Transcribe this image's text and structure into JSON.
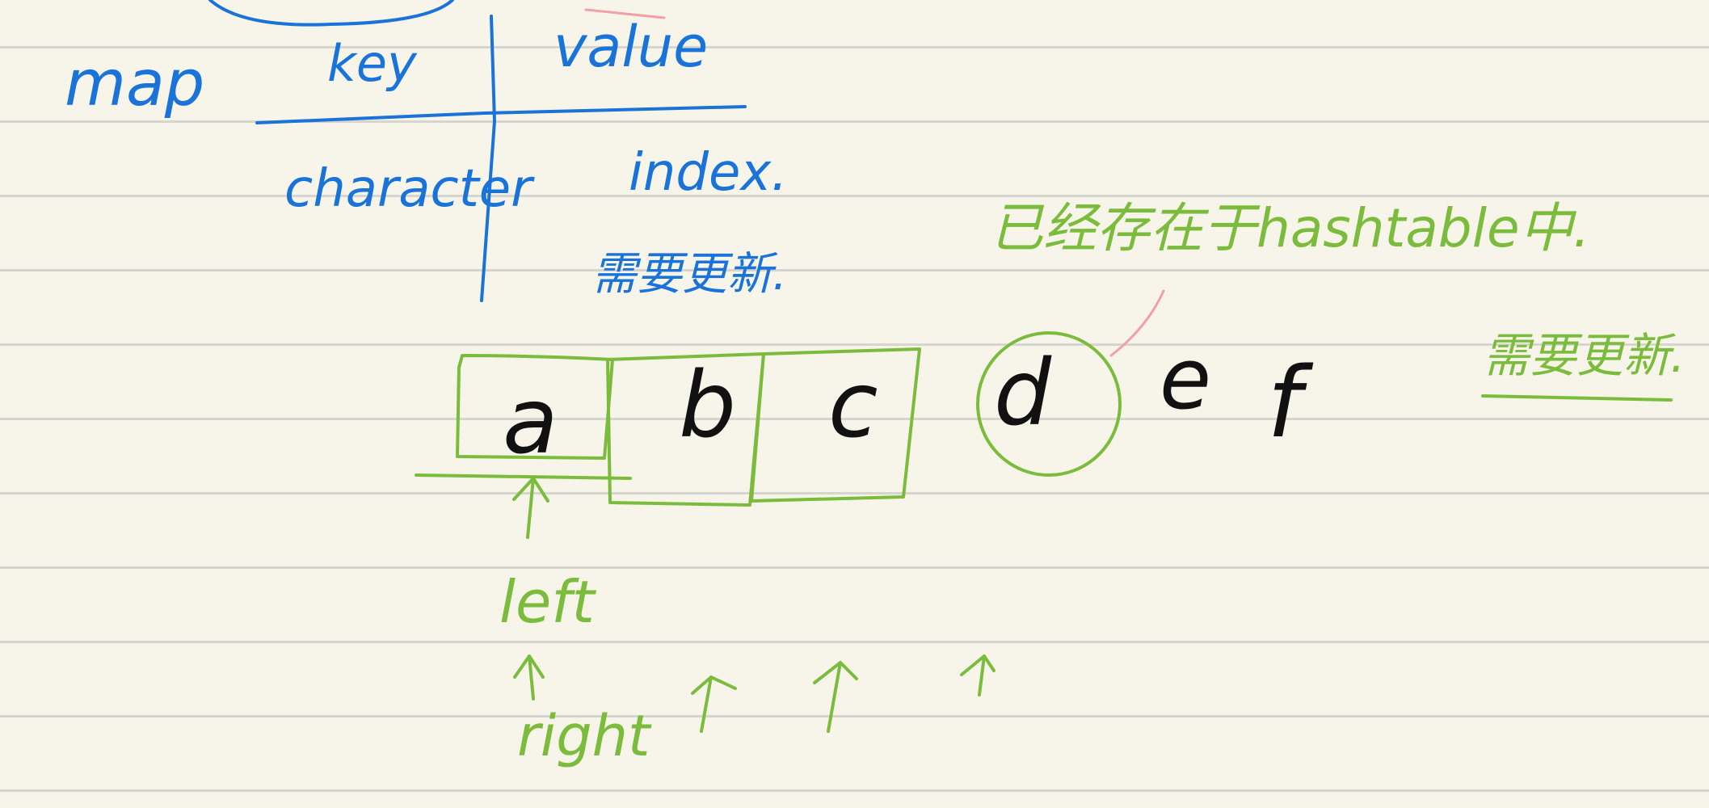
{
  "notes": {
    "map_label": "map",
    "key_header": "key",
    "value_header": "value",
    "key_cell": "character",
    "value_cell": "index.",
    "value_note": "需要更新.",
    "hashtable_note": "已经存在于hashtable中.",
    "update_note": "需要更新.",
    "left_pointer": "left",
    "right_pointer": "right"
  },
  "sequence": {
    "chars": [
      "a",
      "b",
      "c",
      "d",
      "e",
      "f"
    ],
    "boxed_count": 3,
    "circled_index": 3
  },
  "colors": {
    "blue_ink": "#1a73d9",
    "green_ink": "#7cbc3c",
    "black_ink": "#111111",
    "pink_ink": "#f0a0a6",
    "paper": "#f7f5ea",
    "rule_line": "#d6d5cf"
  }
}
